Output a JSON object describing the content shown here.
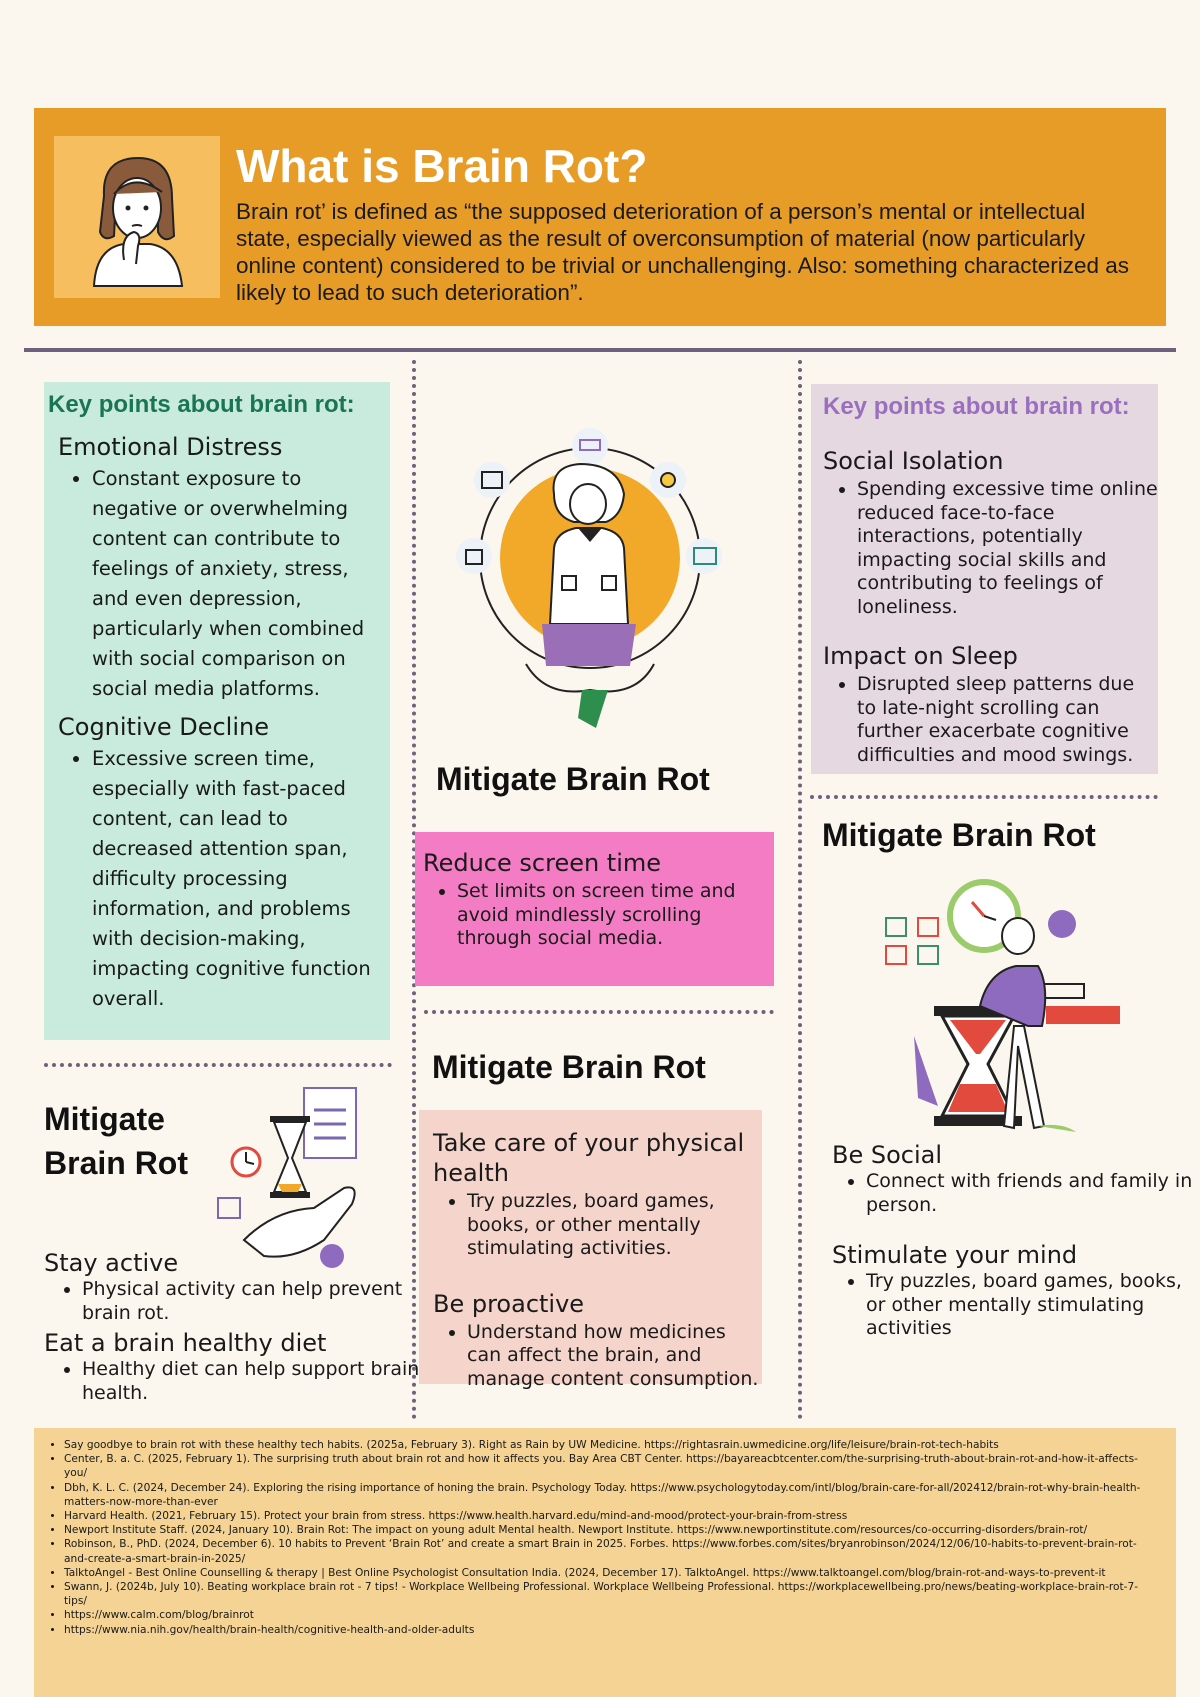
{
  "header": {
    "title": "What is Brain Rot?",
    "definition": "Brain rot’ is defined as “the supposed deterioration of a person’s mental or intellectual state, especially viewed as the result of overconsumption of material (now particularly online content) considered to be trivial or unchallenging. Also: something characterized as likely to lead to such deterioration”."
  },
  "left": {
    "title": "Key points about brain rot:",
    "sections": [
      {
        "heading": "Emotional Distress",
        "text": "Constant exposure to negative or overwhelming content can contribute to feelings of anxiety, stress, and even depression, particularly when combined with social comparison on social media platforms."
      },
      {
        "heading": "Cognitive Decline",
        "text": "Excessive screen time, especially with fast-paced content, can lead to decreased attention span, difficulty processing information, and problems with decision-making, impacting cognitive function overall."
      }
    ]
  },
  "left_bottom": {
    "title_line1": "Mitigate",
    "title_line2": "Brain Rot",
    "sections": [
      {
        "heading": "Stay active",
        "text": "Physical activity can help prevent brain rot."
      },
      {
        "heading": "Eat a brain healthy diet",
        "text": "Healthy diet can help support brain health."
      }
    ]
  },
  "middle": {
    "mitigate_title_1": "Mitigate Brain Rot",
    "screen": {
      "heading": "Reduce screen time",
      "text": "Set limits on screen time and avoid mindlessly scrolling through social media."
    },
    "mitigate_title_2": "Mitigate Brain Rot",
    "physical": {
      "heading": "Take care of your physical health",
      "text": "Try puzzles, board games, books, or other mentally stimulating activities."
    },
    "proactive": {
      "heading": "Be proactive",
      "text": "Understand how medicines can affect the brain, and manage content consumption."
    }
  },
  "right": {
    "title": "Key points about brain rot:",
    "sections": [
      {
        "heading": "Social Isolation",
        "text": "Spending excessive time online reduced face-to-face interactions, potentially impacting social skills and contributing to feelings of loneliness."
      },
      {
        "heading": "Impact on Sleep",
        "text": "Disrupted sleep patterns due to late-night scrolling can further exacerbate cognitive difficulties and mood swings."
      }
    ],
    "mitigate_title": "Mitigate Brain Rot",
    "social": {
      "heading": "Be Social",
      "text": "Connect with friends and family in person."
    },
    "mind": {
      "heading": "Stimulate your mind",
      "text": "Try puzzles, board games, books, or other mentally stimulating activities"
    }
  },
  "references": [
    "Say goodbye to brain rot with these healthy tech habits. (2025a, February 3). Right as Rain by UW Medicine. https://rightasrain.uwmedicine.org/life/leisure/brain-rot-tech-habits",
    "Center, B. a. C. (2025, February 1). The surprising truth about brain rot and how it affects you. Bay Area CBT Center. https://bayareacbtcenter.com/the-surprising-truth-about-brain-rot-and-how-it-affects-you/",
    "Dbh, K. L. C. (2024, December 24). Exploring the rising importance of honing the brain. Psychology Today. https://www.psychologytoday.com/intl/blog/brain-care-for-all/202412/brain-rot-why-brain-health-matters-now-more-than-ever",
    "Harvard Health. (2021, February 15). Protect your brain from stress. https://www.health.harvard.edu/mind-and-mood/protect-your-brain-from-stress",
    "Newport Institute Staff. (2024, January 10). Brain Rot: The impact on young adult Mental health. Newport Institute. https://www.newportinstitute.com/resources/co-occurring-disorders/brain-rot/",
    "Robinson, B., PhD. (2024, December 6). 10 habits to Prevent ‘Brain Rot’ and create a smart Brain in 2025. Forbes. https://www.forbes.com/sites/bryanrobinson/2024/12/06/10-habits-to-prevent-brain-rot-and-create-a-smart-brain-in-2025/",
    "TalktoAngel - Best Online Counselling & therapy | Best Online Psychologist Consultation India. (2024, December 17). TalktoAngel. https://www.talktoangel.com/blog/brain-rot-and-ways-to-prevent-it",
    "Swann, J. (2024b, July 10). Beating workplace brain rot - 7 tips! - Workplace Wellbeing Professional. Workplace Wellbeing Professional. https://workplacewellbeing.pro/news/beating-workplace-brain-rot-7-tips/",
    "https://www.calm.com/blog/brainrot",
    "https://www.nia.nih.gov/health/brain-health/cognitive-health-and-older-adults"
  ],
  "colors": {
    "header_orange": "#E79C28",
    "mint": "#C8EBDE",
    "lavender": "#E6D8E0",
    "pink": "#F47CC4",
    "peach": "#F5D4CB",
    "sand": "#F4D394",
    "green_title": "#1A7456",
    "purple_title": "#9A6FBE"
  }
}
